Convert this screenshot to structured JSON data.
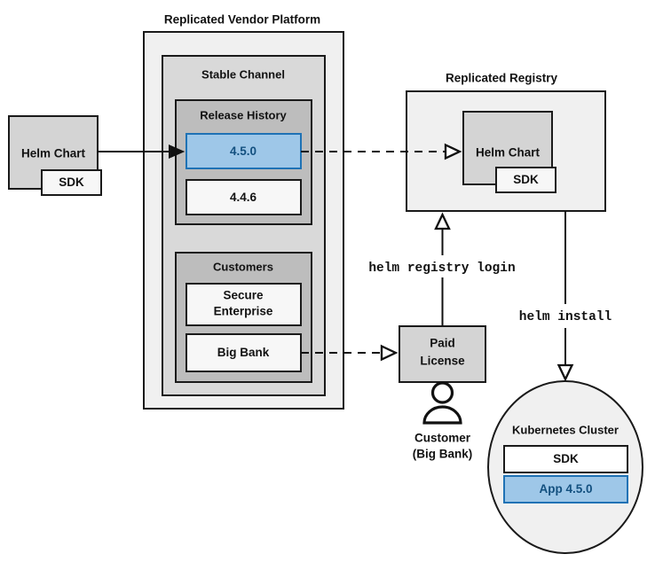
{
  "diagram": {
    "title_vendor_platform": "Replicated Vendor Platform",
    "title_registry": "Replicated Registry",
    "colors": {
      "blue_fill": "#9ec7e8",
      "blue_stroke": "#1f72b5",
      "blue_text": "#13507f",
      "gray_outer": "#f0f0f0",
      "gray_channel": "#d9d9d9",
      "gray_group": "#bdbdbd",
      "gray_box": "#d4d4d4",
      "white_box": "#f7f7f7",
      "stroke": "#1a1a1a"
    },
    "source_chart": {
      "name": "source-helm-chart",
      "label": "Helm Chart",
      "sdk_label": "SDK"
    },
    "vendor_platform": {
      "channel": {
        "label": "Stable Channel",
        "release_history": {
          "label": "Release History",
          "releases": [
            {
              "version": "4.5.0",
              "highlighted": true
            },
            {
              "version": "4.4.6",
              "highlighted": false
            }
          ]
        },
        "customers": {
          "label": "Customers",
          "entries": [
            {
              "name": "Secure Enterprise"
            },
            {
              "name": "Big Bank"
            }
          ]
        }
      }
    },
    "registry": {
      "chart": {
        "label": "Helm Chart",
        "sdk_label": "SDK"
      }
    },
    "license": {
      "label_line1": "Paid",
      "label_line2": "License"
    },
    "customer_actor": {
      "icon": "person-icon",
      "label_line1": "Customer",
      "label_line2": "(Big Bank)"
    },
    "cluster": {
      "label": "Kubernetes Cluster",
      "items": [
        {
          "label": "SDK",
          "highlighted": false
        },
        {
          "label": "App 4.5.0",
          "highlighted": true
        }
      ]
    },
    "commands": {
      "registry_login": "helm registry login",
      "install": "helm install"
    },
    "edges": [
      {
        "name": "chart-to-release",
        "style": "solid",
        "arrow": "filled"
      },
      {
        "name": "release-to-registry",
        "style": "dashed",
        "arrow": "hollow"
      },
      {
        "name": "bigbank-to-license",
        "style": "dashed",
        "arrow": "hollow"
      },
      {
        "name": "license-to-registry",
        "style": "solid",
        "arrow": "hollow"
      },
      {
        "name": "registry-to-cluster",
        "style": "solid",
        "arrow": "hollow"
      }
    ]
  }
}
